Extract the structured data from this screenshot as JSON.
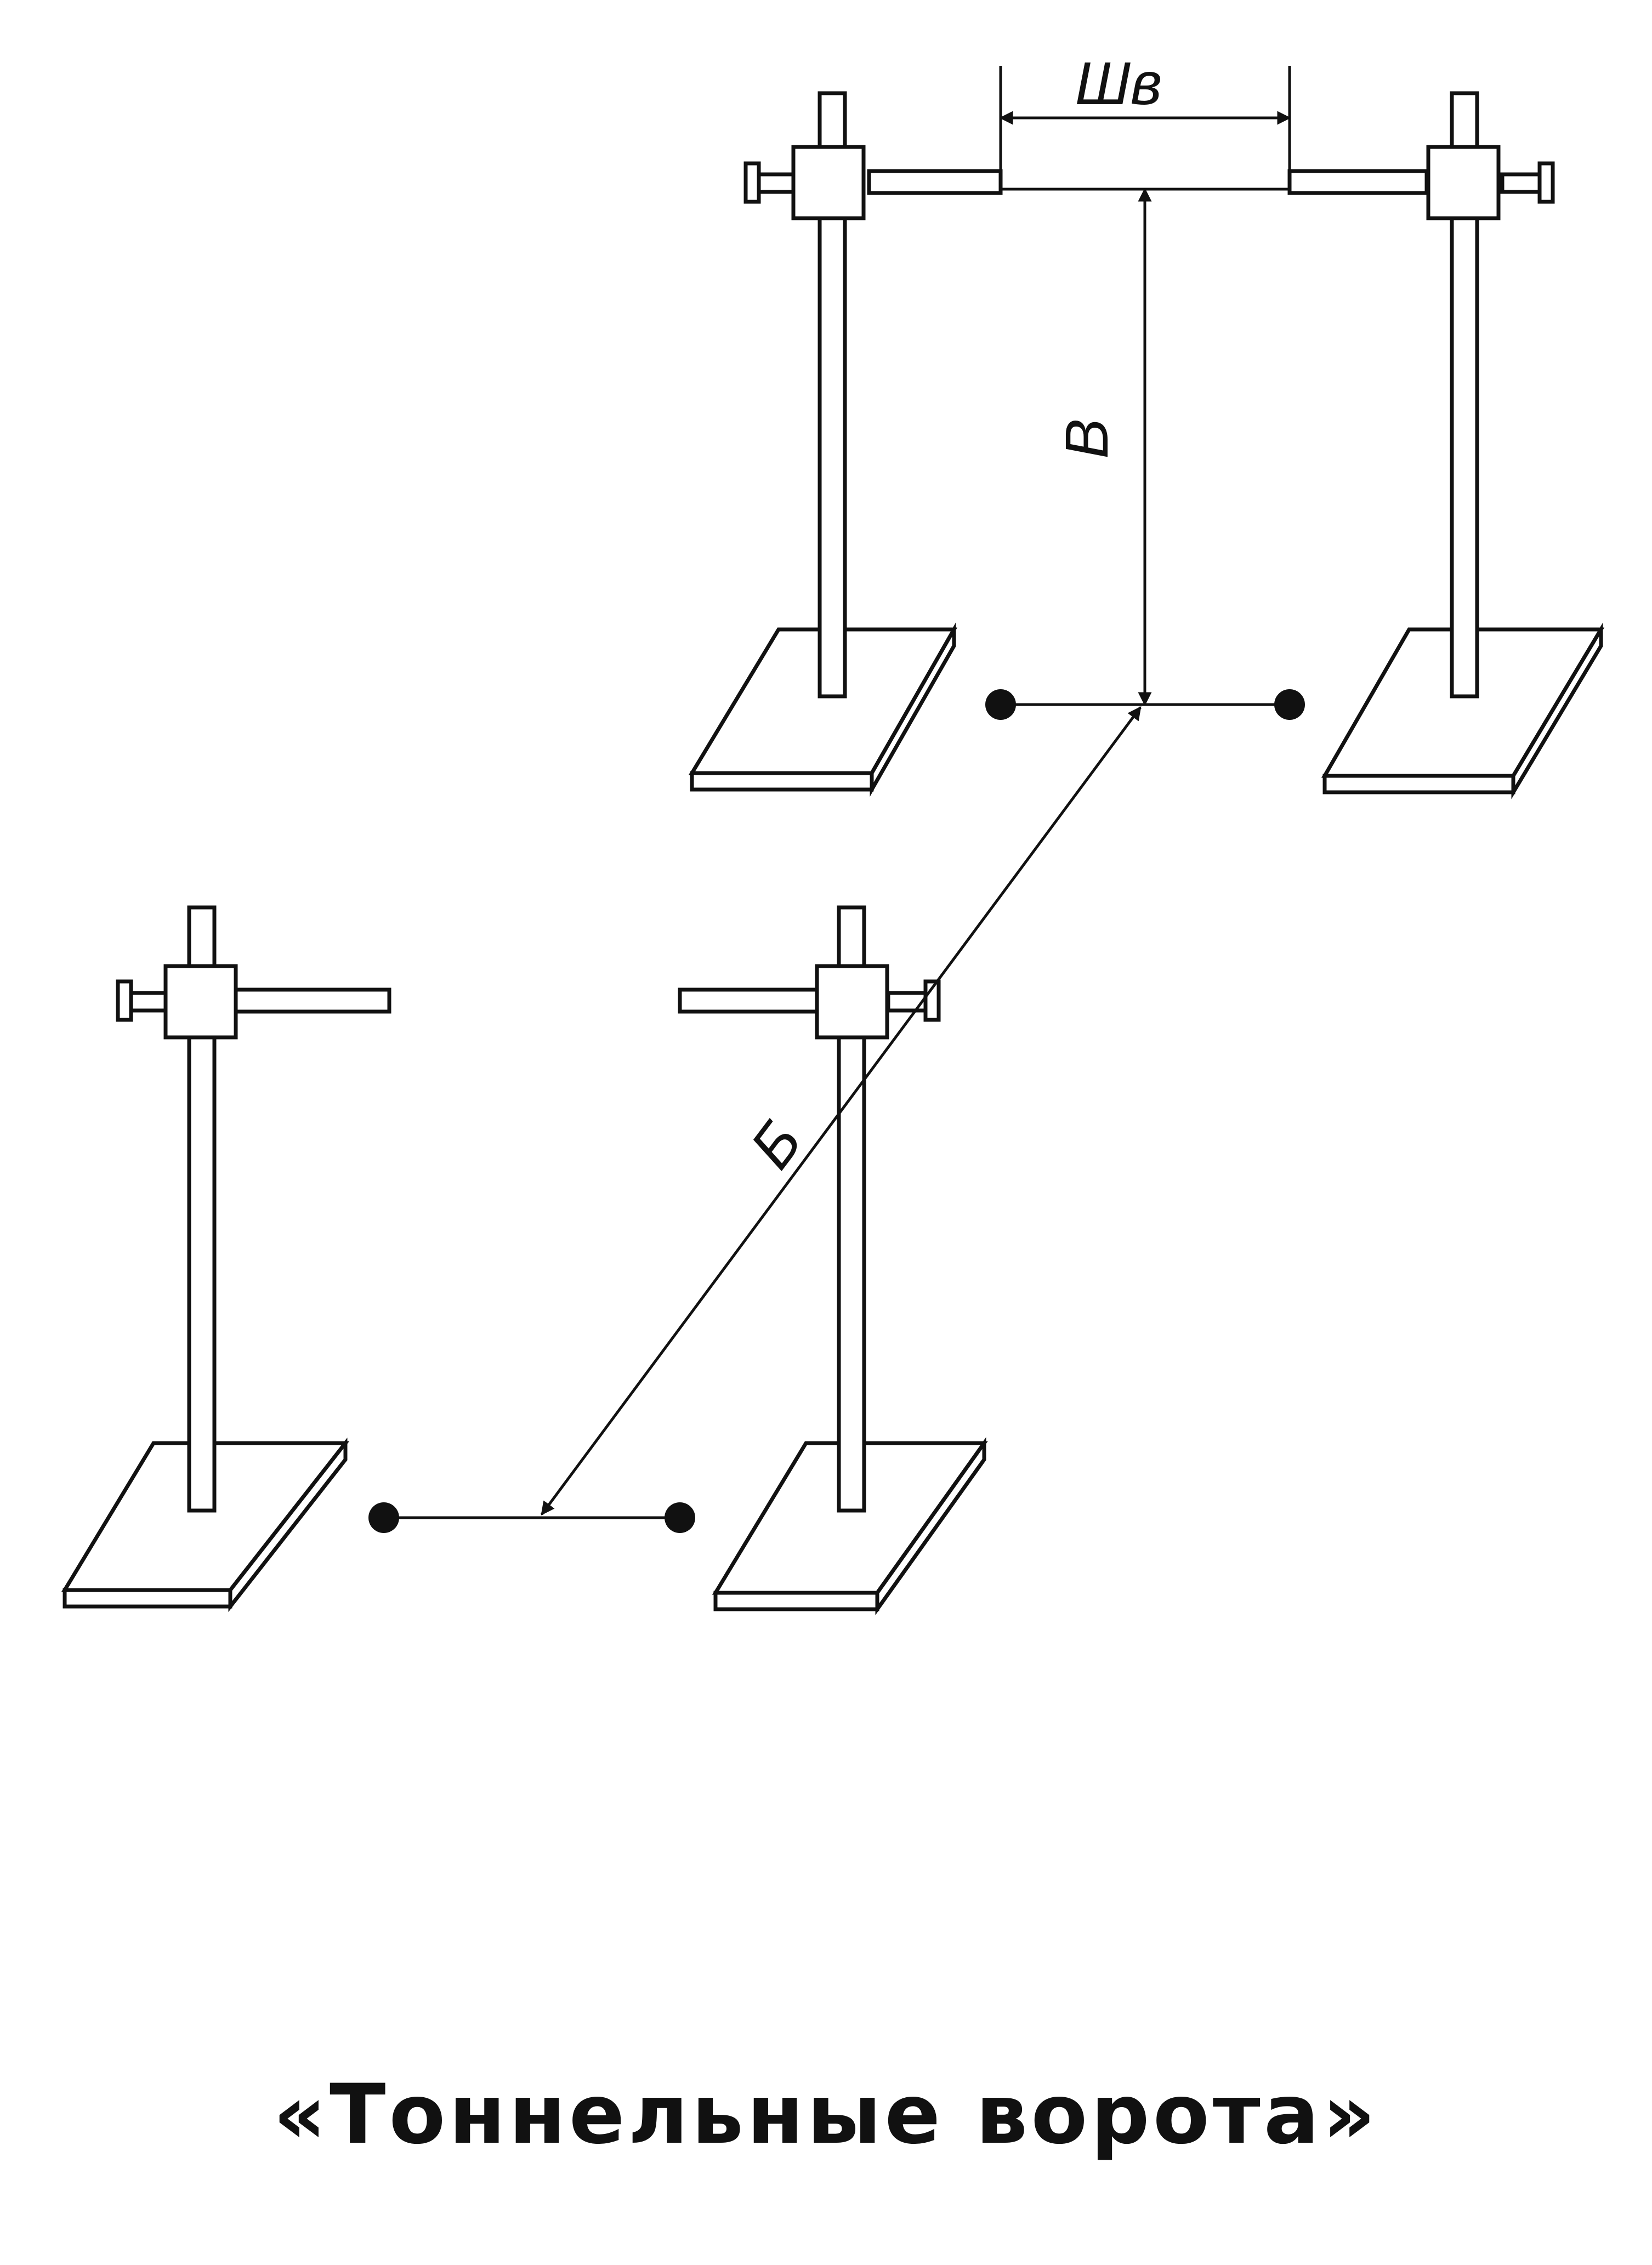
{
  "labels": {
    "width": "Шв",
    "height": "В",
    "distance": "Б"
  },
  "caption": "«Тоннельные ворота»",
  "colors": {
    "ink": "#111111",
    "background": "#ffffff"
  }
}
